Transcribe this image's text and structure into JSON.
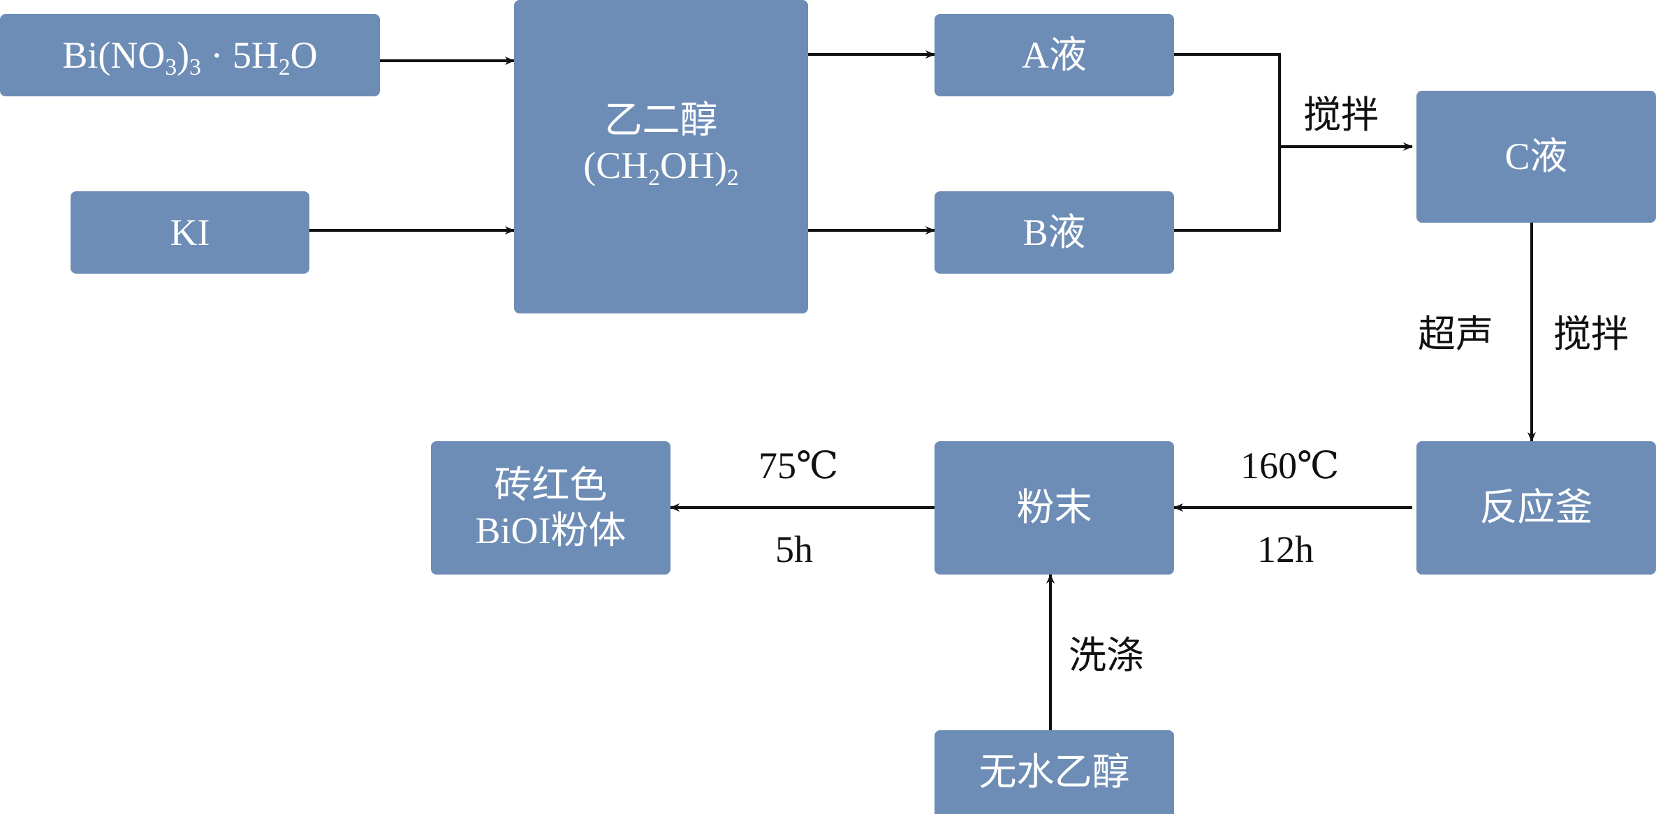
{
  "colors": {
    "box_fill": "#6d8db6",
    "box_text": "#ffffff",
    "line": "#111111"
  },
  "nodes": {
    "bismuth_nitrate": {
      "label_parts": [
        "Bi(NO",
        "3",
        ")",
        "3",
        " · 5H",
        "2",
        "O"
      ]
    },
    "ki": {
      "label": "KI"
    },
    "ethylene_glycol": {
      "line1": "乙二醇",
      "line2_parts": [
        "(CH",
        "2",
        "OH)",
        "2"
      ]
    },
    "solution_a": {
      "label": "A液"
    },
    "solution_b": {
      "label": "B液"
    },
    "solution_c": {
      "label": "C液"
    },
    "reactor": {
      "label": "反应釜"
    },
    "powder": {
      "label": "粉末"
    },
    "product": {
      "line1": "砖红色",
      "line2": "BiOI粉体"
    },
    "ethanol": {
      "label": "无水乙醇"
    }
  },
  "edge_labels": {
    "mix_stir": "搅拌",
    "ultrasound": "超声",
    "stir_down": "搅拌",
    "temp_160": "160℃",
    "time_12h": "12h",
    "temp_75": "75℃",
    "time_5h": "5h",
    "wash": "洗涤"
  }
}
